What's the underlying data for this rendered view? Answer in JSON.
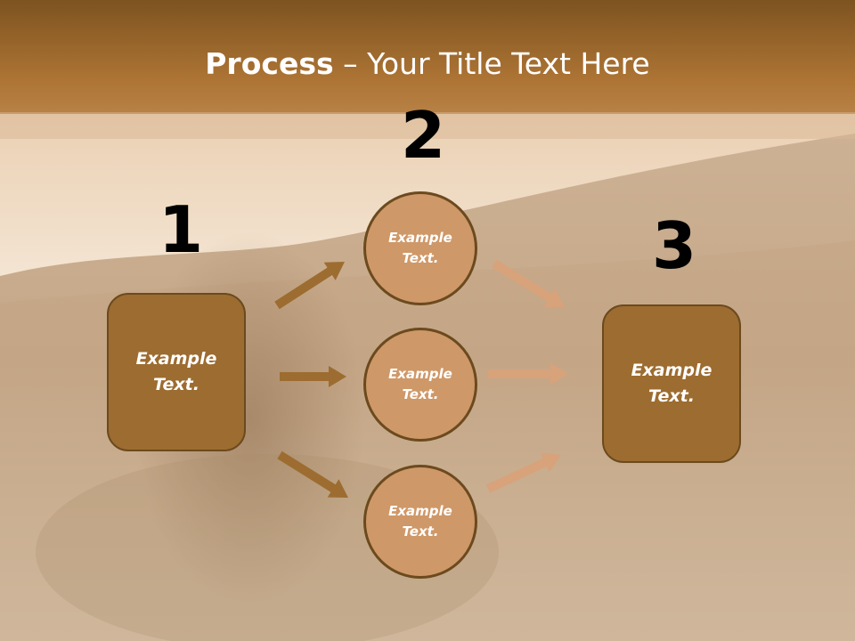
{
  "title": {
    "bold": "Process",
    "rest": " – Your Title Text Here"
  },
  "steps": [
    {
      "number": "1",
      "label": "Example\nText."
    },
    {
      "number": "2",
      "label": "Example\nText."
    },
    {
      "number": "3",
      "label": "Example\nText."
    }
  ],
  "middle_nodes": [
    {
      "label": "Example\nText."
    },
    {
      "label": "Example\nText."
    },
    {
      "label": "Example\nText."
    }
  ],
  "colors": {
    "box_fill": "#9d6c30",
    "circle_fill": "#cf9868",
    "outline": "#6b4a1e",
    "arrow_dark": "#9d6c30",
    "arrow_light": "#d8a27a",
    "title_band": "#a46c2a"
  }
}
